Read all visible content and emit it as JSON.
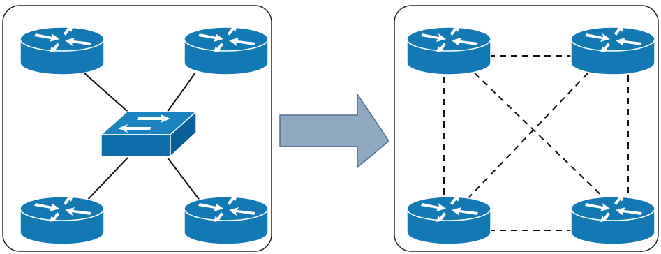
{
  "left_panel": {
    "routers": [
      {
        "name": "router-top-left"
      },
      {
        "name": "router-top-right"
      },
      {
        "name": "router-bottom-left"
      },
      {
        "name": "router-bottom-right"
      }
    ],
    "hub": {
      "icon": "switch-icon"
    },
    "link_style": "solid"
  },
  "arrow": {
    "icon": "right-arrow-icon",
    "color": "#8fa9c2"
  },
  "right_panel": {
    "routers": [
      {
        "name": "router-top-left"
      },
      {
        "name": "router-top-right"
      },
      {
        "name": "router-bottom-left"
      },
      {
        "name": "router-bottom-right"
      }
    ],
    "link_style": "dashed",
    "links": "full-mesh"
  },
  "colors": {
    "device_top": "#1279b5",
    "device_side": "#0a5f97",
    "panel_border": "#222222"
  }
}
